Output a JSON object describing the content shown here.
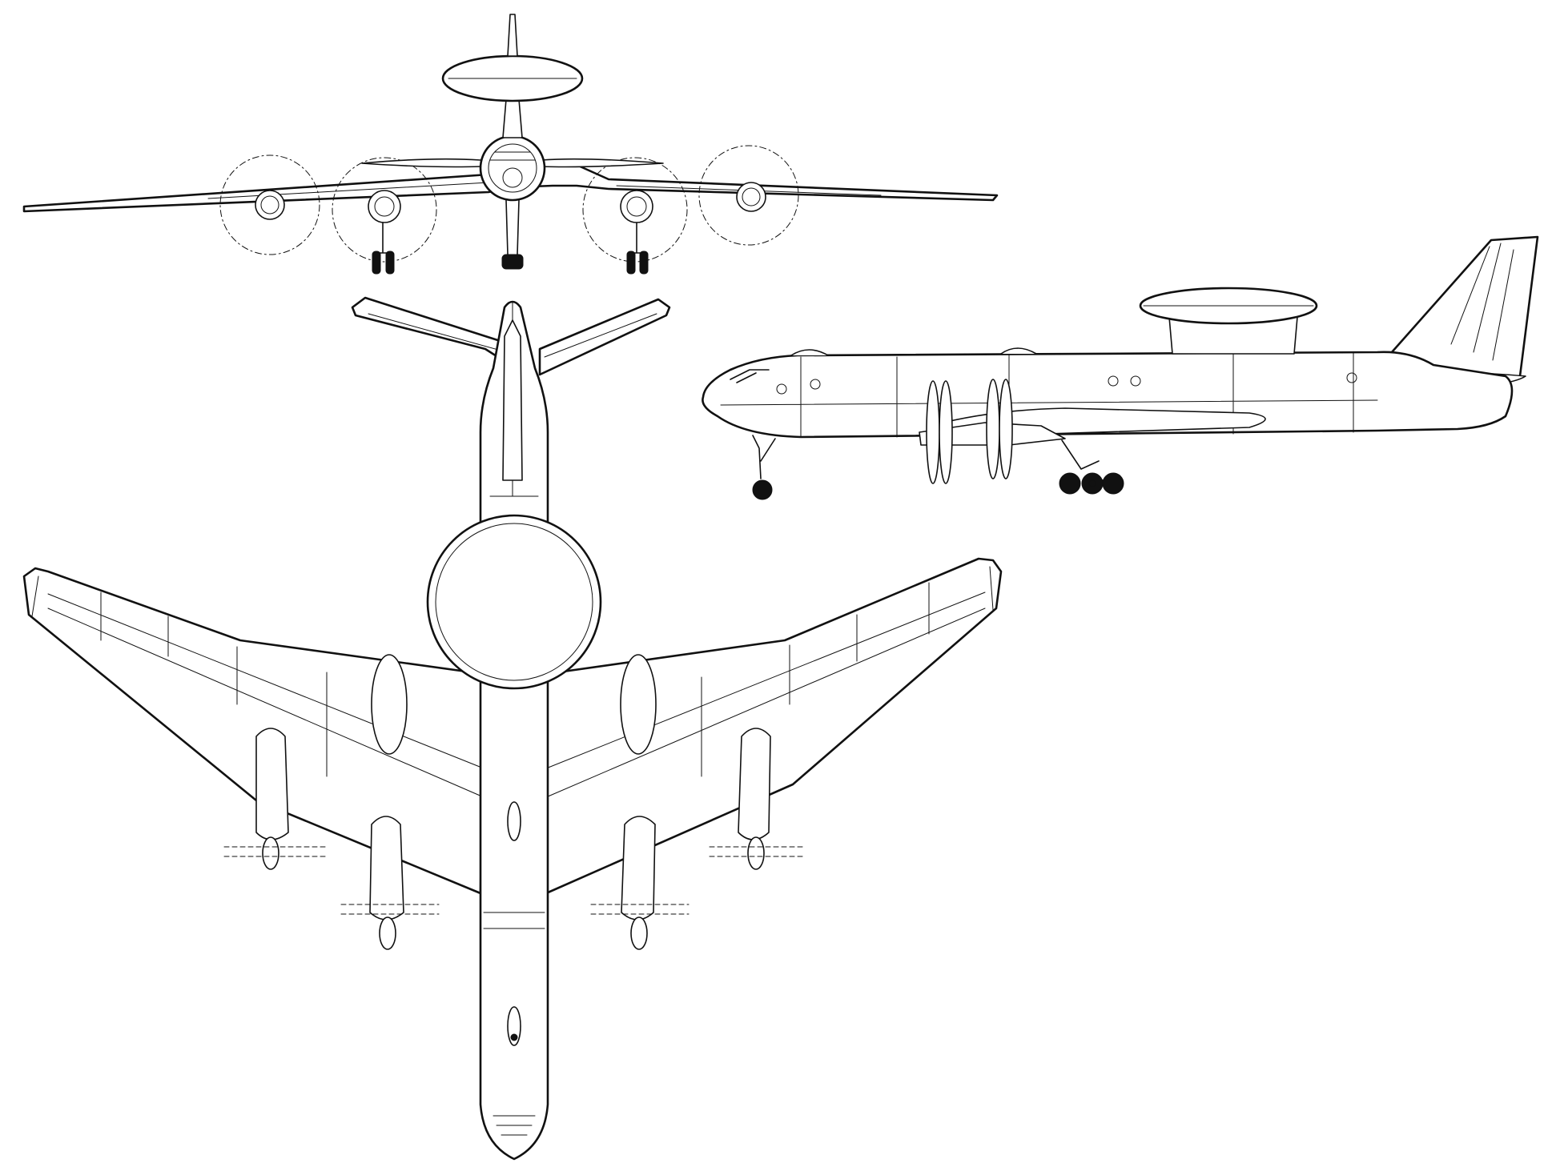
{
  "drawing": {
    "ink_color": "#111111",
    "paper_color": "#ffffff",
    "views": [
      "front-view",
      "side-view",
      "plan-view"
    ]
  }
}
